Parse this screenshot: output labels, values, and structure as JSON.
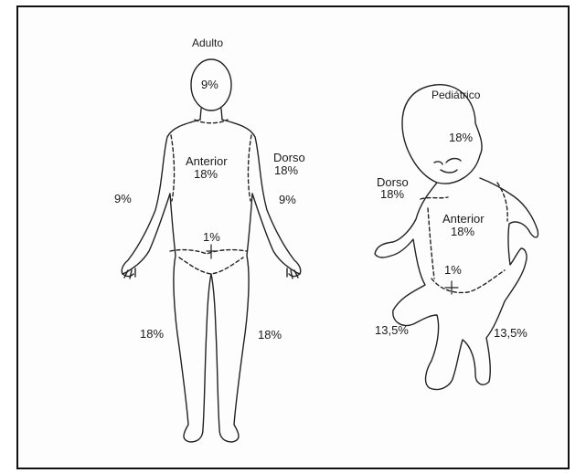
{
  "adult": {
    "title": "Adulto",
    "head": "9%",
    "anterior_label": "Anterior",
    "anterior_value": "18%",
    "dorso_label": "Dorso",
    "dorso_value": "18%",
    "left_arm": "9%",
    "right_arm": "9%",
    "genital": "1%",
    "left_leg": "18%",
    "right_leg": "18%"
  },
  "child": {
    "title": "Pediátrico",
    "head": "18%",
    "dorso_label": "Dorso",
    "dorso_value": "18%",
    "anterior_label": "Anterior",
    "anterior_value": "18%",
    "genital": "1%",
    "left_leg": "13,5%",
    "right_leg": "13,5%"
  }
}
